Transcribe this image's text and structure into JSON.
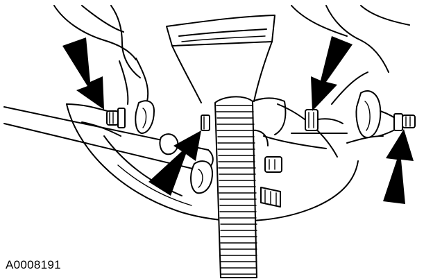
{
  "figure": {
    "reference_code": "A0008191",
    "callout_arrows": [
      {
        "id": "upper-left",
        "target": "left-control-arm-bolt"
      },
      {
        "id": "lower-left",
        "target": "left-inner-nut"
      },
      {
        "id": "upper-right",
        "target": "right-inner-nut"
      },
      {
        "id": "lower-right",
        "target": "right-control-arm-bolt"
      }
    ],
    "colors": {
      "line": "#000000",
      "background": "#ffffff"
    }
  }
}
